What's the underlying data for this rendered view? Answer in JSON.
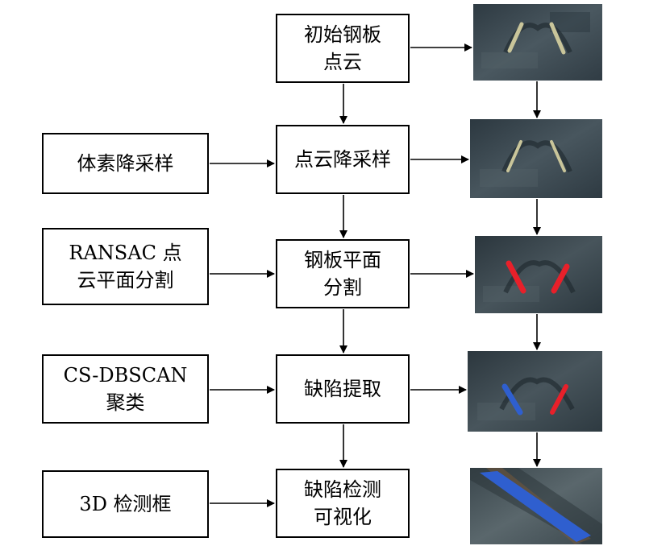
{
  "process_steps": [
    {
      "id": "p1",
      "label": "初始钢板\n点云"
    },
    {
      "id": "p2",
      "label": "点云降采样"
    },
    {
      "id": "p3",
      "label": "钢板平面\n分割"
    },
    {
      "id": "p4",
      "label": "缺陷提取"
    },
    {
      "id": "p5",
      "label": "缺陷检测\n可视化"
    }
  ],
  "method_steps": [
    {
      "id": "m2",
      "label": "体素降采样"
    },
    {
      "id": "m3",
      "label": "RANSAC 点\n云平面分割"
    },
    {
      "id": "m4",
      "label": "CS-DBSCAN\n聚类"
    },
    {
      "id": "m5",
      "label": "3D 检测框"
    }
  ],
  "result_images": [
    {
      "id": "img1",
      "content": "raw-point-cloud"
    },
    {
      "id": "img2",
      "content": "downsampled-point-cloud"
    },
    {
      "id": "img3",
      "content": "plane-segmented-defects-red"
    },
    {
      "id": "img4",
      "content": "clustered-defects-blue-red"
    },
    {
      "id": "img5",
      "content": "defect-closeup-blue"
    }
  ],
  "colors": {
    "defect_red": "#e8202a",
    "defect_blue": "#2f5fcf",
    "plate": "#3a4750",
    "weld": "#c9c59a"
  }
}
